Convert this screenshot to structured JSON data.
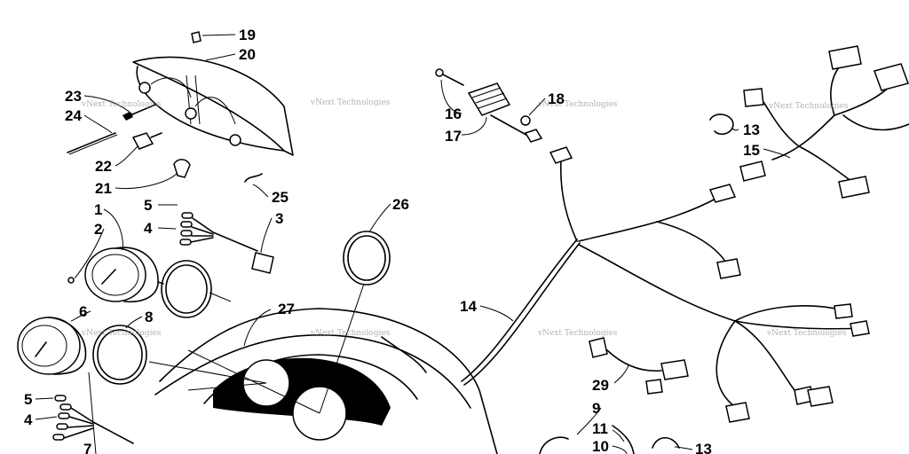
{
  "callouts": {
    "c19": "19",
    "c20": "20",
    "c23": "23",
    "c24": "24",
    "c22": "22",
    "c21": "21",
    "c25": "25",
    "c1": "1",
    "c2": "2",
    "c5a": "5",
    "c4a": "4",
    "c3": "3",
    "c6": "6",
    "c8": "8",
    "c5b": "5",
    "c4b": "4",
    "c7": "7",
    "c27": "27",
    "c26": "26",
    "c16": "16",
    "c17": "17",
    "c18": "18",
    "c13a": "13",
    "c15": "15",
    "c14": "14",
    "c29": "29",
    "c9": "9",
    "c11": "11",
    "c10": "10",
    "c13b": "13"
  },
  "watermark": "vNext Technologies",
  "colors": {
    "line": "#000000",
    "background": "#ffffff",
    "watermark": "#999999"
  }
}
